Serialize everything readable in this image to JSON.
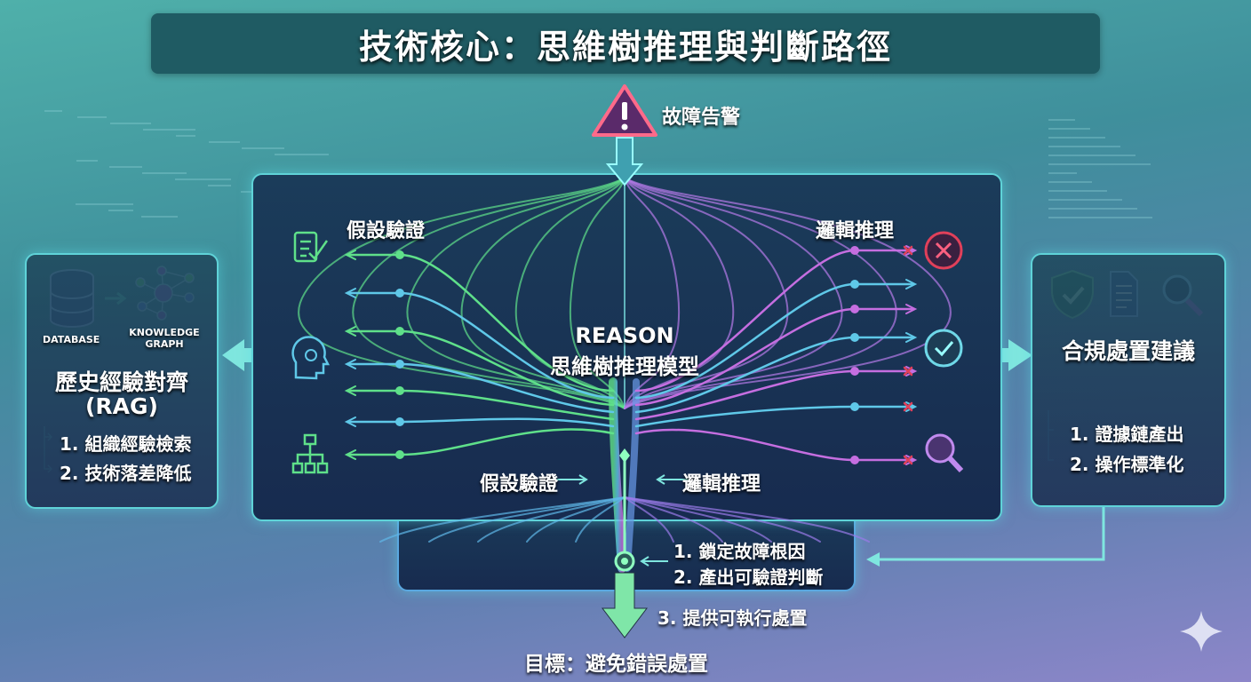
{
  "title": "技術核心：思維樹推理與判斷路徑",
  "alert": {
    "label": "故障告警"
  },
  "center": {
    "model_en": "REASON",
    "model_zh": "思維樹推理模型",
    "left_top": "假設驗證",
    "right_top": "邏輯推理",
    "left_bottom": "假設驗證",
    "right_bottom": "邏輯推理"
  },
  "outputs": [
    "1. 鎖定故障根因",
    "2. 產出可驗證判斷",
    "3. 提供可執行處置"
  ],
  "goal": "目標：避免錯誤處置",
  "left_panel": {
    "db_label": "DATABASE",
    "kg_label_1": "KNOWLEDGE",
    "kg_label_2": "GRAPH",
    "title": "歷史經驗對齊",
    "subtitle": "(RAG)",
    "items": [
      "1. 組織經驗檢索",
      "2. 技術落差降低"
    ]
  },
  "right_panel": {
    "title": "合規處置建議",
    "items": [
      "1. 證據鏈產出",
      "2. 操作標準化"
    ]
  },
  "colors": {
    "accent": "#5fd3d8",
    "green": "#5fe08a",
    "purple": "#c56ee0",
    "red": "#e0405a"
  }
}
